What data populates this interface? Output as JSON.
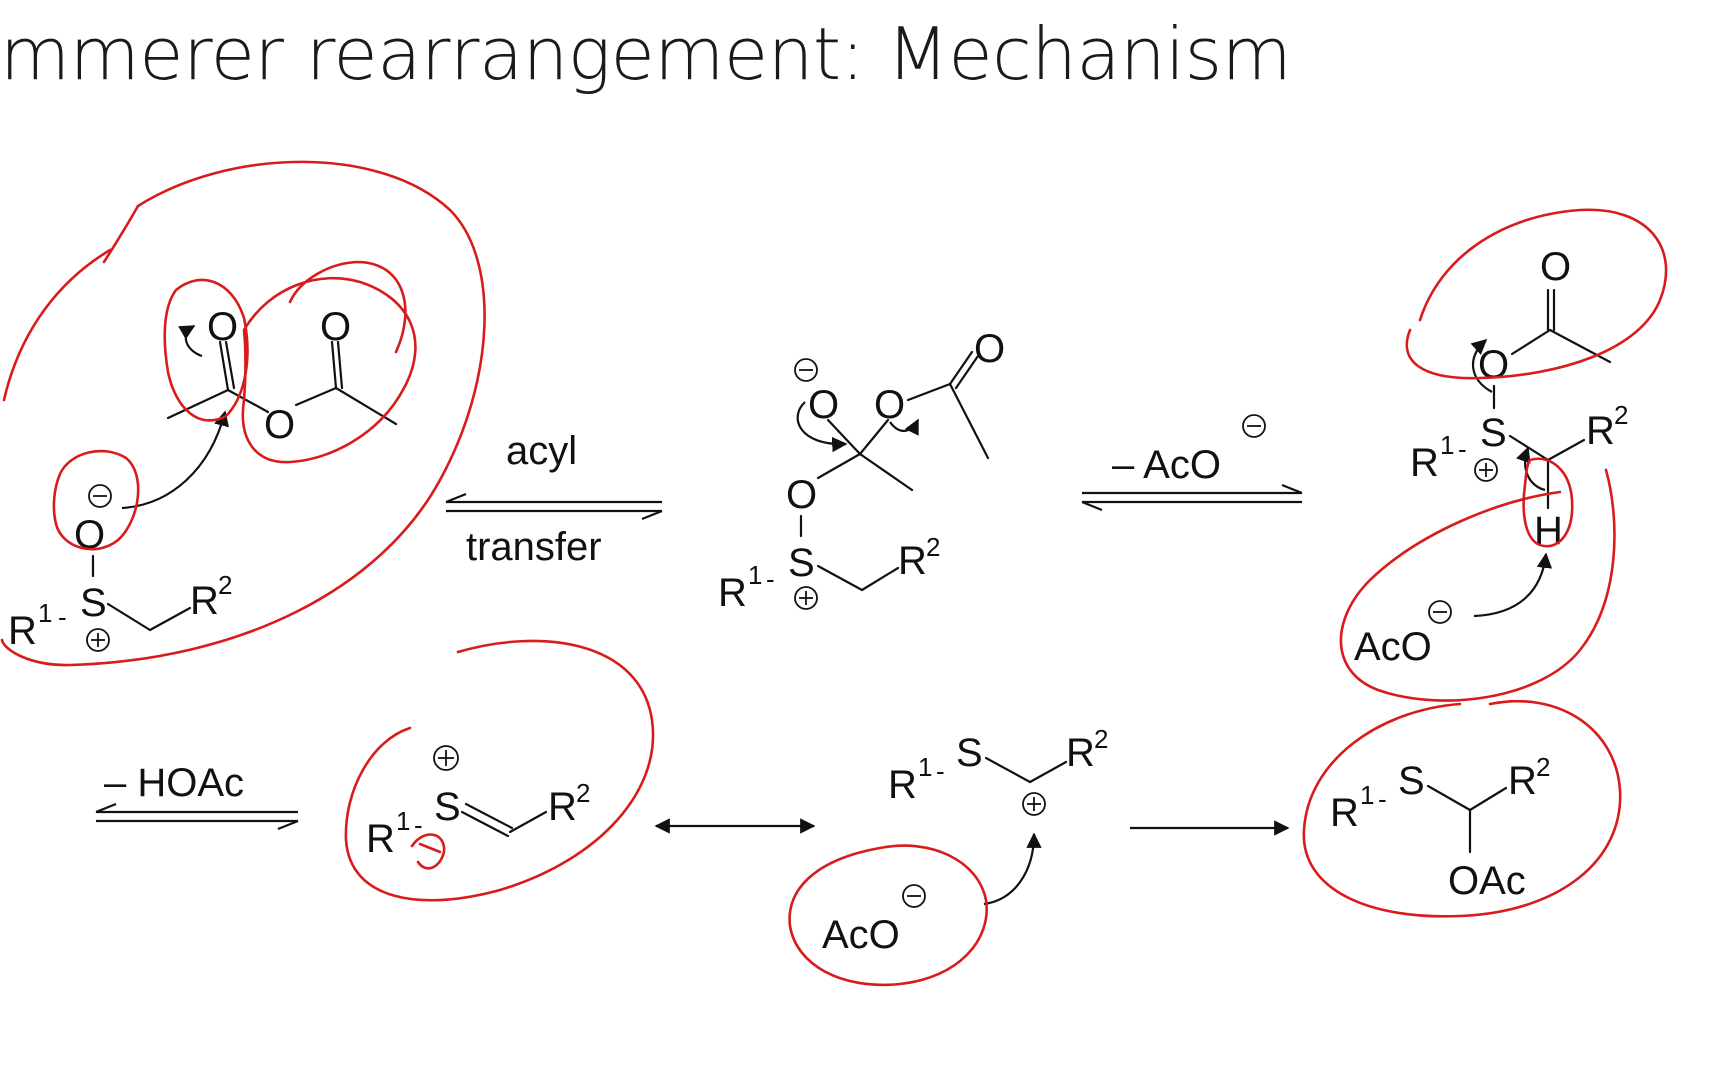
{
  "slide": {
    "title": "mmerer rearrangement: Mechanism"
  },
  "labels": {
    "step1_top": "acyl",
    "step1_bottom": "transfer",
    "step2": "– AcO",
    "step3": "– HOAc"
  },
  "atoms": {
    "O": "O",
    "S": "S",
    "R": "R",
    "H": "H",
    "AcO": "AcO",
    "OAc": "OAc",
    "sup1": "1",
    "sup2": "2",
    "dash": "-"
  },
  "colors": {
    "ink": "#d81b1b",
    "structure": "#111111"
  }
}
